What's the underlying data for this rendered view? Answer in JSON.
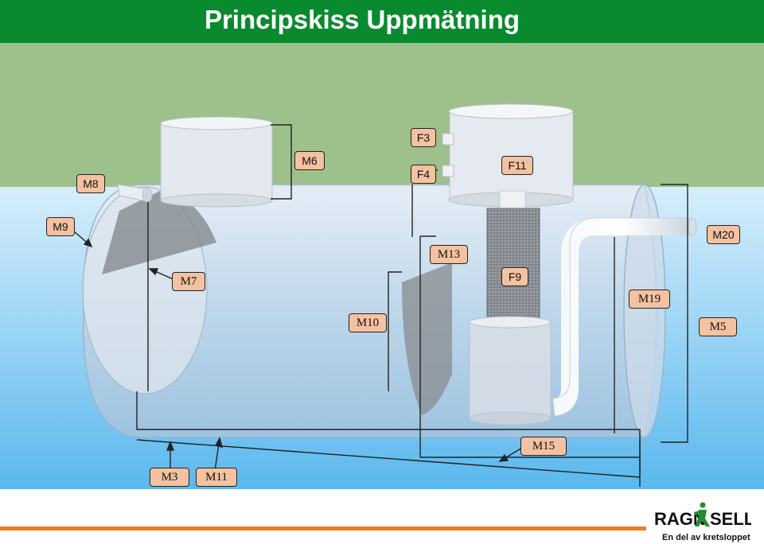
{
  "title": "Principskiss Uppmätning",
  "labels": {
    "M8": "M8",
    "M6": "M6",
    "F3": "F3",
    "F4": "F4",
    "F11": "F11",
    "M9": "M9",
    "M20": "M20",
    "M13": "M13",
    "M7": "M7",
    "F9": "F9",
    "M19": "M19",
    "M10": "M10",
    "M5": "M5",
    "M15": "M15",
    "M3": "M3",
    "M11": "M11"
  },
  "logo": {
    "left": "RAGN",
    "right": "SELLS"
  },
  "tagline": "En del av kretsloppet",
  "colors": {
    "header": "#0a8a2e",
    "label_fill": "#f4c2a0",
    "accent_orange": "#f07c1e"
  }
}
